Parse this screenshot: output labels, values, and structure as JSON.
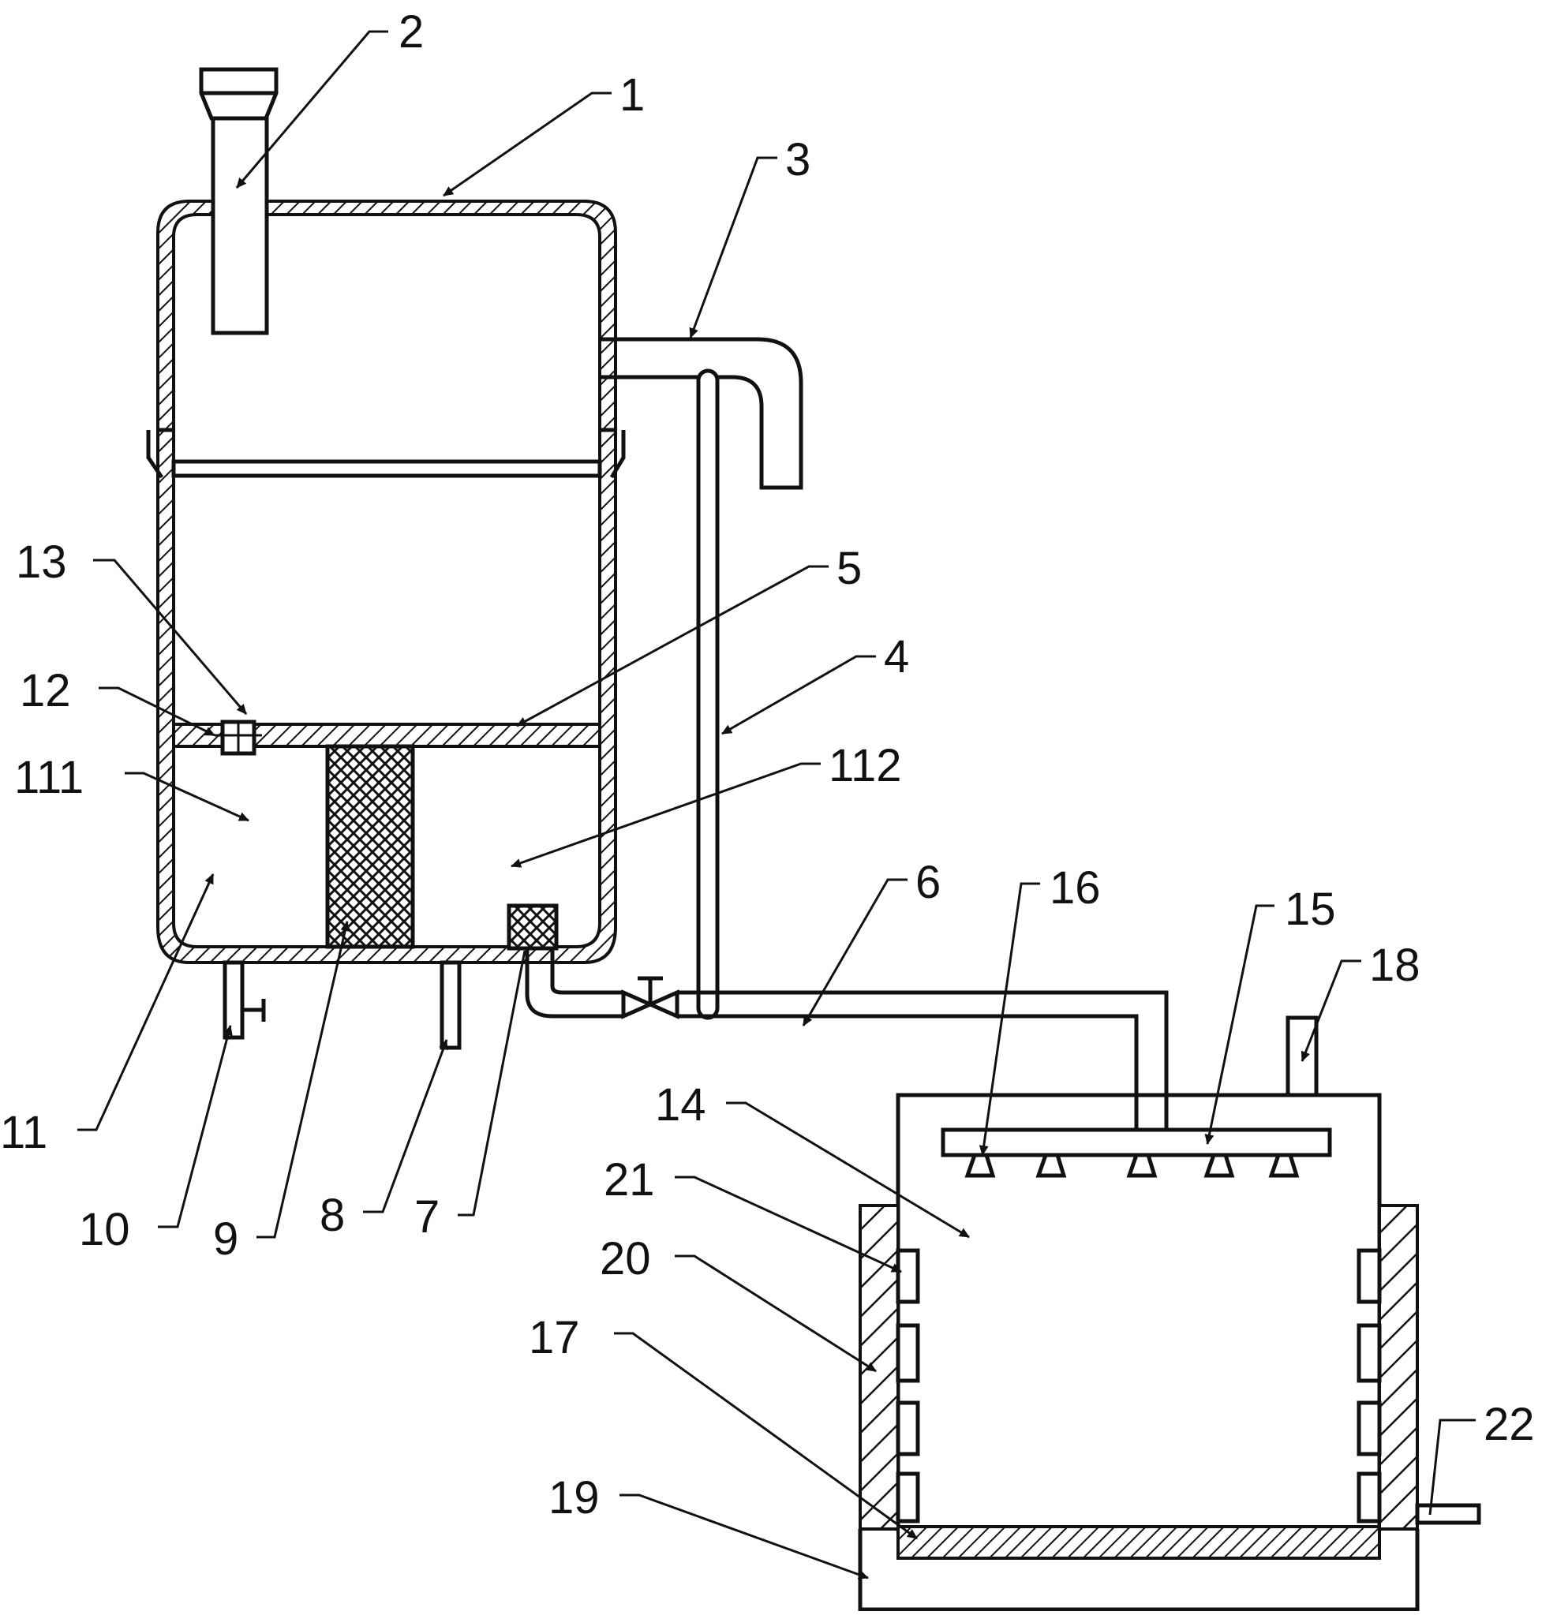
{
  "labels": {
    "l1": "1",
    "l2": "2",
    "l3": "3",
    "l4": "4",
    "l5": "5",
    "l6": "6",
    "l7": "7",
    "l8": "8",
    "l9": "9",
    "l10": "10",
    "l11": "11",
    "l12": "12",
    "l13": "13",
    "l14": "14",
    "l15": "15",
    "l16": "16",
    "l17": "17",
    "l18": "18",
    "l19": "19",
    "l20": "20",
    "l21": "21",
    "l22": "22",
    "l111": "111",
    "l112": "112"
  },
  "colors": {
    "line": "#111111",
    "background": "#ffffff"
  }
}
